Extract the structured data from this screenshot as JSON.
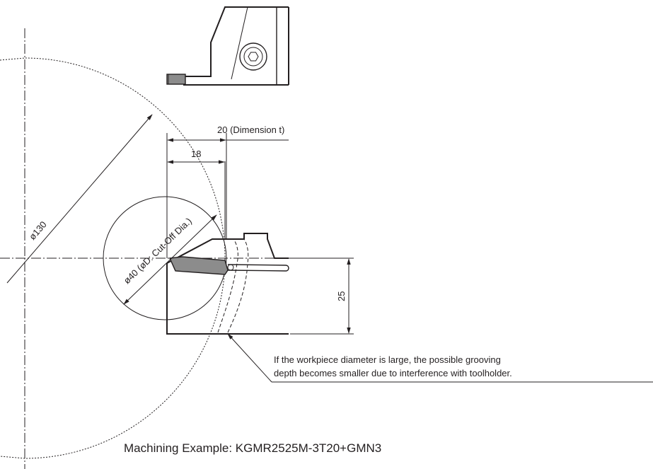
{
  "labels": {
    "dimension_t": "20 (Dimension t)",
    "dim_18": "18",
    "dia_130": "ø130",
    "dia_40": "ø40 (øD: Cut-Off Dia.)",
    "height_25": "25",
    "note_line1": "If the workpiece diameter is large, the possible grooving",
    "note_line2": "depth becomes smaller due to interference with toolholder.",
    "example": "Machining Example:  KGMR2525M-3T20+GMN3"
  },
  "colors": {
    "line": "#231f20",
    "insert_fill": "#8c8c8c",
    "background": "#ffffff"
  }
}
